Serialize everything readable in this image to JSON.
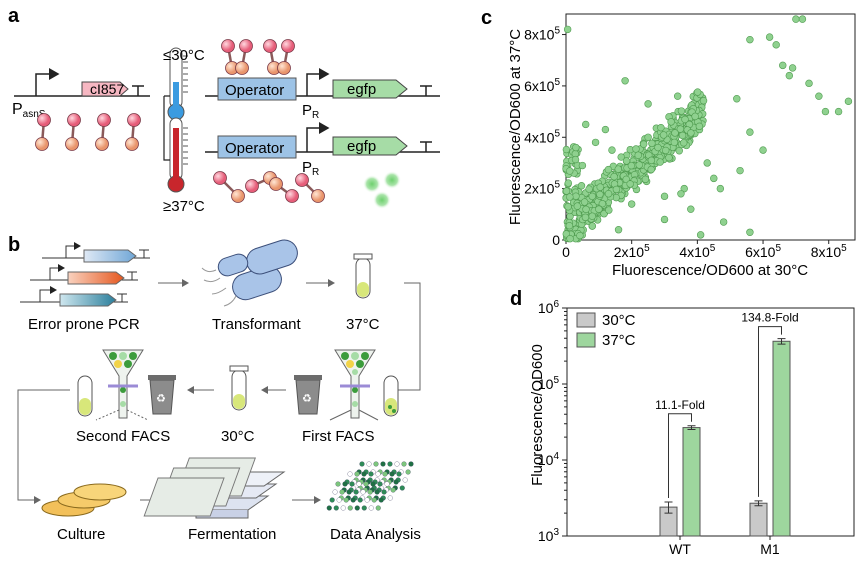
{
  "panels": {
    "a": "a",
    "b": "b",
    "c": "c",
    "d": "d"
  },
  "panel_a": {
    "promoter_main": "P",
    "promoter_sub": "asnS",
    "repressor_gene": "cI857",
    "temp_low": "≤30°C",
    "temp_high": "≥37°C",
    "operator": "Operator",
    "pr_main": "P",
    "pr_sub": "R",
    "reporter_gene": "egfp"
  },
  "panel_b": {
    "steps": [
      "Error prone PCR",
      "Transformant",
      "37°C",
      "First FACS",
      "30°C",
      "Second FACS",
      "Culture",
      "Fermentation",
      "Data Analysis"
    ]
  },
  "chart_data": [
    {
      "type": "scatter",
      "panel": "c",
      "xlabel": "Fluorescence/OD600 at 30°C",
      "ylabel": "Fluorescence/OD600 at 37°C",
      "xlim": [
        0,
        880000
      ],
      "ylim": [
        0,
        880000
      ],
      "x_ticks": [
        "0",
        "2x10^5",
        "4x10^5",
        "6x10^5",
        "8x10^5"
      ],
      "y_ticks": [
        "0",
        "2x10^5",
        "4x10^5",
        "6x10^5",
        "8x10^5"
      ],
      "color": "#8fd18f",
      "points": [
        [
          5000,
          820000
        ],
        [
          700000,
          860000
        ],
        [
          720000,
          860000
        ],
        [
          640000,
          760000
        ],
        [
          660000,
          680000
        ],
        [
          680000,
          640000
        ],
        [
          690000,
          670000
        ],
        [
          740000,
          610000
        ],
        [
          770000,
          560000
        ],
        [
          790000,
          500000
        ],
        [
          830000,
          500000
        ],
        [
          860000,
          540000
        ],
        [
          620000,
          790000
        ],
        [
          560000,
          780000
        ],
        [
          520000,
          550000
        ],
        [
          560000,
          420000
        ],
        [
          600000,
          350000
        ],
        [
          530000,
          270000
        ],
        [
          450000,
          240000
        ],
        [
          470000,
          200000
        ],
        [
          430000,
          300000
        ],
        [
          380000,
          120000
        ],
        [
          300000,
          80000
        ],
        [
          480000,
          70000
        ],
        [
          560000,
          30000
        ],
        [
          410000,
          20000
        ],
        [
          160000,
          40000
        ],
        [
          180000,
          620000
        ],
        [
          250000,
          530000
        ],
        [
          320000,
          460000
        ],
        [
          120000,
          430000
        ],
        [
          60000,
          450000
        ],
        [
          90000,
          380000
        ],
        [
          30000,
          360000
        ],
        [
          50000,
          290000
        ],
        [
          140000,
          350000
        ],
        [
          250000,
          400000
        ],
        [
          330000,
          380000
        ],
        [
          340000,
          560000
        ],
        [
          280000,
          360000
        ],
        [
          220000,
          330000
        ],
        [
          260000,
          310000
        ],
        [
          100000,
          120000
        ],
        [
          80000,
          170000
        ],
        [
          200000,
          140000
        ],
        [
          360000,
          200000
        ],
        [
          300000,
          170000
        ],
        [
          350000,
          180000
        ]
      ],
      "dense_cluster": {
        "n": 520,
        "x0": 0,
        "x1": 420000,
        "seed": 7
      }
    },
    {
      "type": "bar",
      "panel": "d",
      "scale": "log",
      "ylabel": "Fluorescence/OD600",
      "ylim": [
        1000,
        1000000
      ],
      "y_ticks": [
        "10^3",
        "10^4",
        "10^5",
        "10^6"
      ],
      "categories": [
        "WT",
        "M1"
      ],
      "series": [
        {
          "name": "30°C",
          "color": "#c9c9c9",
          "values": [
            2400,
            2700
          ],
          "errors": [
            400,
            200
          ]
        },
        {
          "name": "37°C",
          "color": "#9ed69e",
          "values": [
            26700,
            365000
          ],
          "errors": [
            1500,
            30000
          ]
        }
      ],
      "annotations": [
        "11.1-Fold",
        "134.8-Fold"
      ]
    }
  ]
}
